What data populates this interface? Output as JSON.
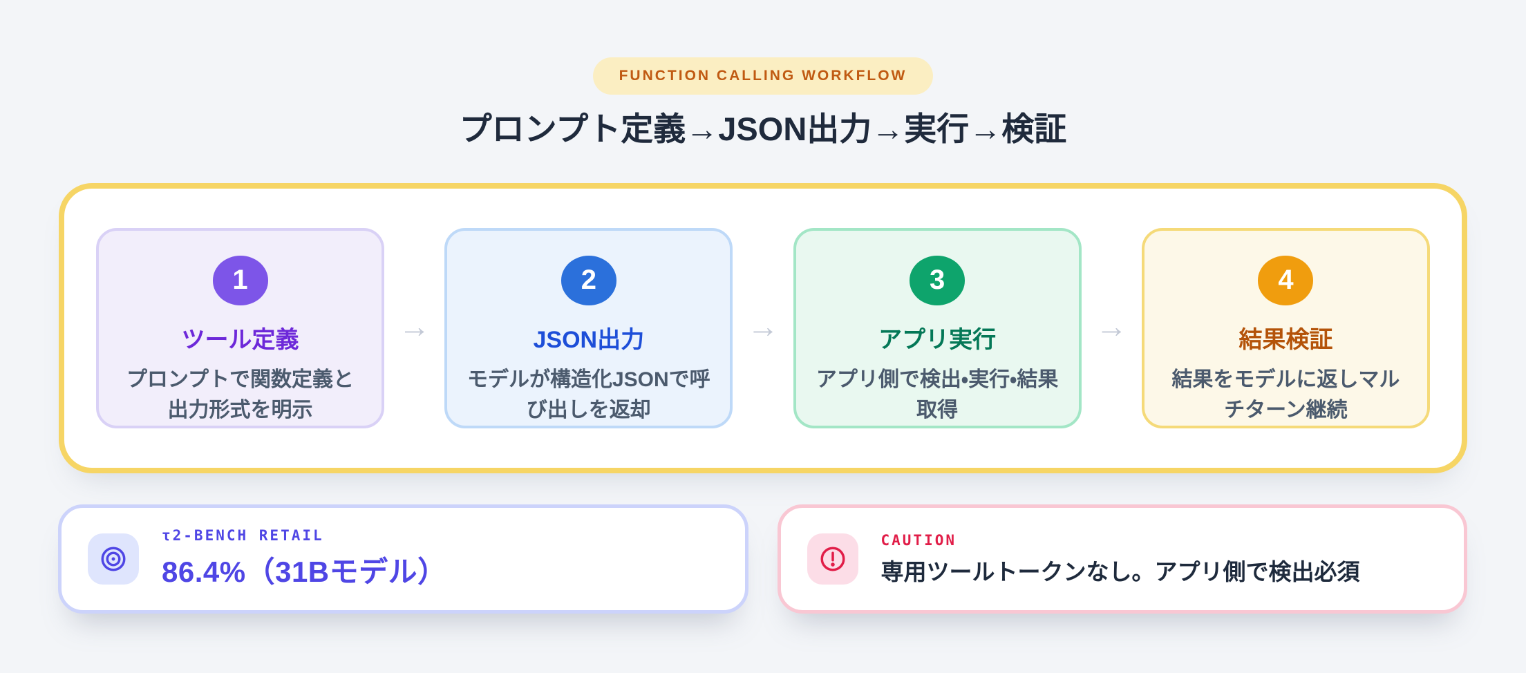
{
  "header": {
    "badge": "FUNCTION CALLING WORKFLOW",
    "title": "プロンプト定義→JSON出力→実行→検証"
  },
  "workflow": {
    "arrow": "→",
    "steps": [
      {
        "number": "1",
        "title": "ツール定義",
        "description": "プロンプトで関数定義と出力形式を明示",
        "accent": "#7d55e8",
        "title_color": "#6d28d9",
        "bg": "#f2eefb",
        "border": "#d9d1f6"
      },
      {
        "number": "2",
        "title": "JSON出力",
        "description": "モデルが構造化JSONで呼び出しを返却",
        "accent": "#2b70db",
        "title_color": "#1d4ed8",
        "bg": "#ebf3fd",
        "border": "#bed9f8"
      },
      {
        "number": "3",
        "title": "アプリ実行",
        "description": "アプリ側で検出・実行・結果取得",
        "accent": "#0ea46c",
        "title_color": "#047857",
        "bg": "#e9f8f0",
        "border": "#a3e6c6"
      },
      {
        "number": "4",
        "title": "結果検証",
        "description": "結果をモデルに返しマルチターン継続",
        "accent": "#f09d0e",
        "title_color": "#b45309",
        "bg": "#fdf8e8",
        "border": "#f5da79"
      }
    ]
  },
  "stats": {
    "benchmark": {
      "label": "τ2-BENCH RETAIL",
      "value": "86.4%（31Bモデル）",
      "accent": "#4f46e5"
    },
    "caution": {
      "label": "CAUTION",
      "text": "専用ツールトークンなし。アプリ側で検出必須",
      "accent": "#e11d48"
    }
  },
  "colors": {
    "page_bg": "#f3f5f8",
    "panel_border": "#f6d565",
    "badge_bg": "#fbeec2",
    "badge_text": "#c05a12",
    "title_text": "#1f2a3c",
    "arrow": "#c3c9d6"
  }
}
